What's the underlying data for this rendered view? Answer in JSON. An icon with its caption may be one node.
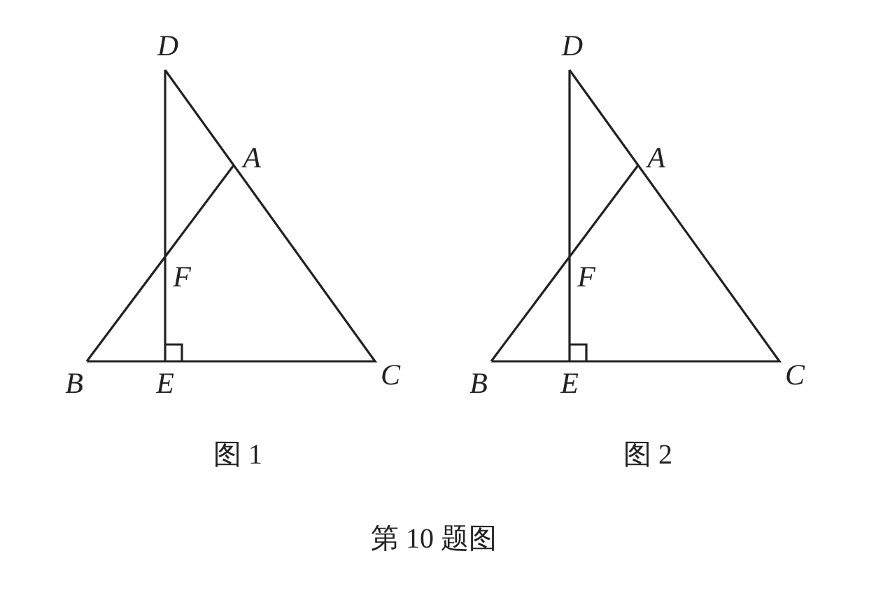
{
  "diagram": {
    "caption": "第 10 题图",
    "labels": [
      "D",
      "A",
      "F",
      "B",
      "E",
      "C",
      "图 1",
      "D",
      "A",
      "F",
      "B",
      "E",
      "C",
      "图 2"
    ]
  }
}
